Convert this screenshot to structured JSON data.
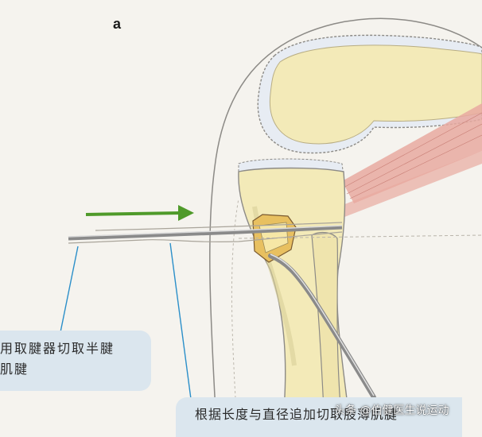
{
  "figure": {
    "panel_label": "a"
  },
  "callouts": {
    "left_line1": "用取腱器切取半腱",
    "left_line2": "肌腱",
    "bottom": "根据长度与直径追加切取股薄肌腱"
  },
  "watermark": "头条 @伯健医生说运动",
  "colors": {
    "background": "#f5f3ee",
    "bone": "#f3eab8",
    "bone_outline": "#8c8a86",
    "callout_bg": "#dbe6ee",
    "leader_line": "#2b8fc9",
    "arrow": "#4f9a2a",
    "muscle": "#e8a9a0",
    "cartilage": "#e7ecf3"
  }
}
